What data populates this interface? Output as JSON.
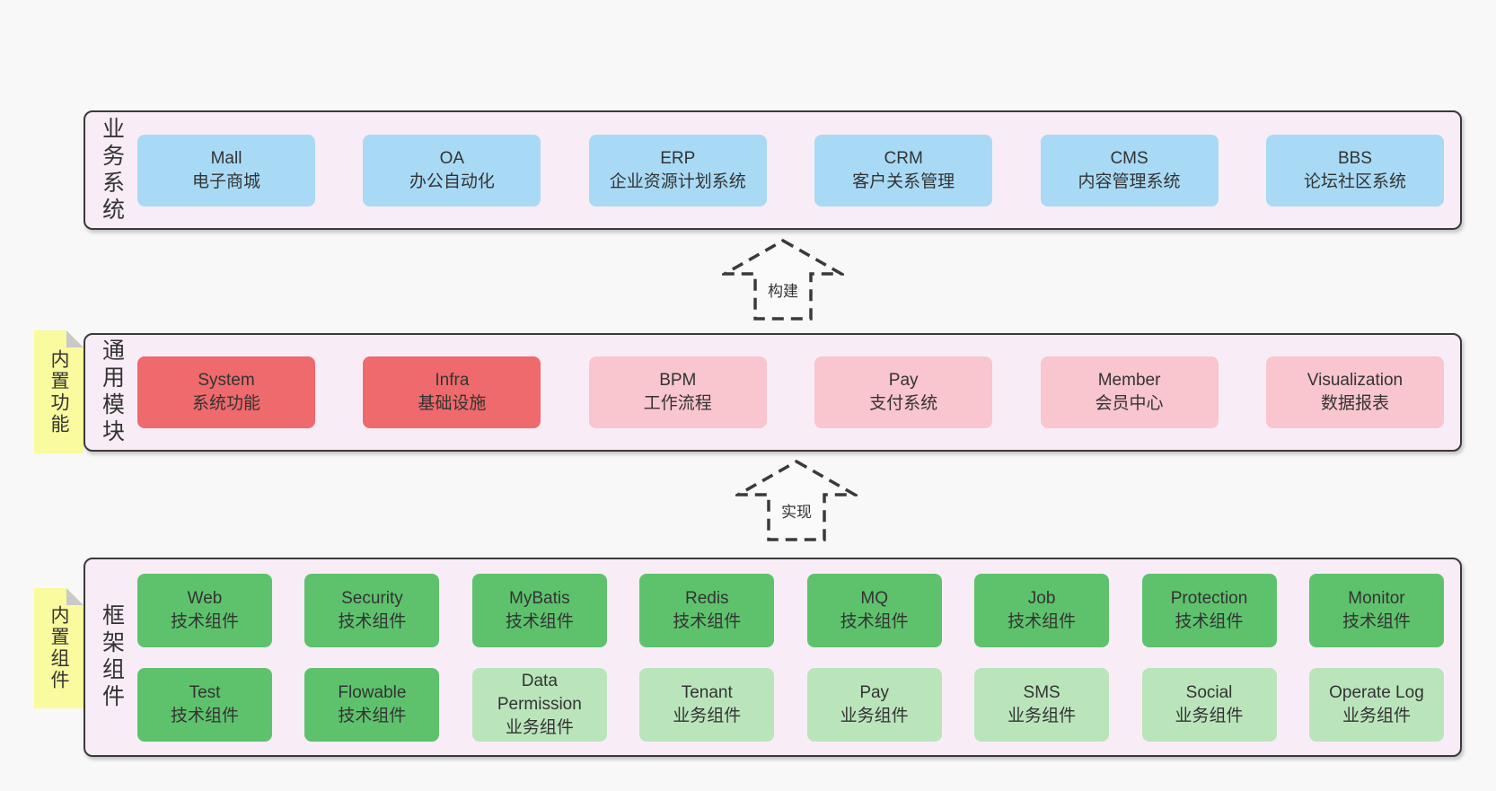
{
  "arrows": {
    "build": "构建",
    "implement": "实现"
  },
  "colors": {
    "blue": "#A9DAF5",
    "red": "#EE6A6C",
    "pink": "#F9C5CE",
    "green": "#5EC26D",
    "lightgreen": "#BAE5BB",
    "panel_bg": "#F8EDF6",
    "border": "#3A3A3A",
    "sticky_yellow": "#FAFA9E",
    "fold_gray": "#C9C9C9",
    "page_bg": "#F8F8F8",
    "text": "#333333"
  },
  "panels": {
    "business": {
      "label": "业务系统",
      "boxes": [
        {
          "en": "Mall",
          "zh": "电子商城"
        },
        {
          "en": "OA",
          "zh": "办公自动化"
        },
        {
          "en": "ERP",
          "zh": "企业资源计划系统"
        },
        {
          "en": "CRM",
          "zh": "客户关系管理"
        },
        {
          "en": "CMS",
          "zh": "内容管理系统"
        },
        {
          "en": "BBS",
          "zh": "论坛社区系统"
        }
      ]
    },
    "modules": {
      "label": "通用模块",
      "sticky": "内置功能",
      "boxes": [
        {
          "en": "System",
          "zh": "系统功能"
        },
        {
          "en": "Infra",
          "zh": "基础设施"
        },
        {
          "en": "BPM",
          "zh": "工作流程"
        },
        {
          "en": "Pay",
          "zh": "支付系统"
        },
        {
          "en": "Member",
          "zh": "会员中心"
        },
        {
          "en": "Visualization",
          "zh": "数据报表"
        }
      ]
    },
    "components": {
      "label": "框架组件",
      "sticky": "内置组件",
      "row1": [
        {
          "en": "Web",
          "zh": "技术组件"
        },
        {
          "en": "Security",
          "zh": "技术组件"
        },
        {
          "en": "MyBatis",
          "zh": "技术组件"
        },
        {
          "en": "Redis",
          "zh": "技术组件"
        },
        {
          "en": "MQ",
          "zh": "技术组件"
        },
        {
          "en": "Job",
          "zh": "技术组件"
        },
        {
          "en": "Protection",
          "zh": "技术组件"
        },
        {
          "en": "Monitor",
          "zh": "技术组件"
        }
      ],
      "row2": [
        {
          "en": "Test",
          "zh": "技术组件"
        },
        {
          "en": "Flowable",
          "zh": "技术组件"
        },
        {
          "en": "Data Permission",
          "zh": "业务组件"
        },
        {
          "en": "Tenant",
          "zh": "业务组件"
        },
        {
          "en": "Pay",
          "zh": "业务组件"
        },
        {
          "en": "SMS",
          "zh": "业务组件"
        },
        {
          "en": "Social",
          "zh": "业务组件"
        },
        {
          "en": "Operate Log",
          "zh": "业务组件"
        }
      ]
    }
  }
}
